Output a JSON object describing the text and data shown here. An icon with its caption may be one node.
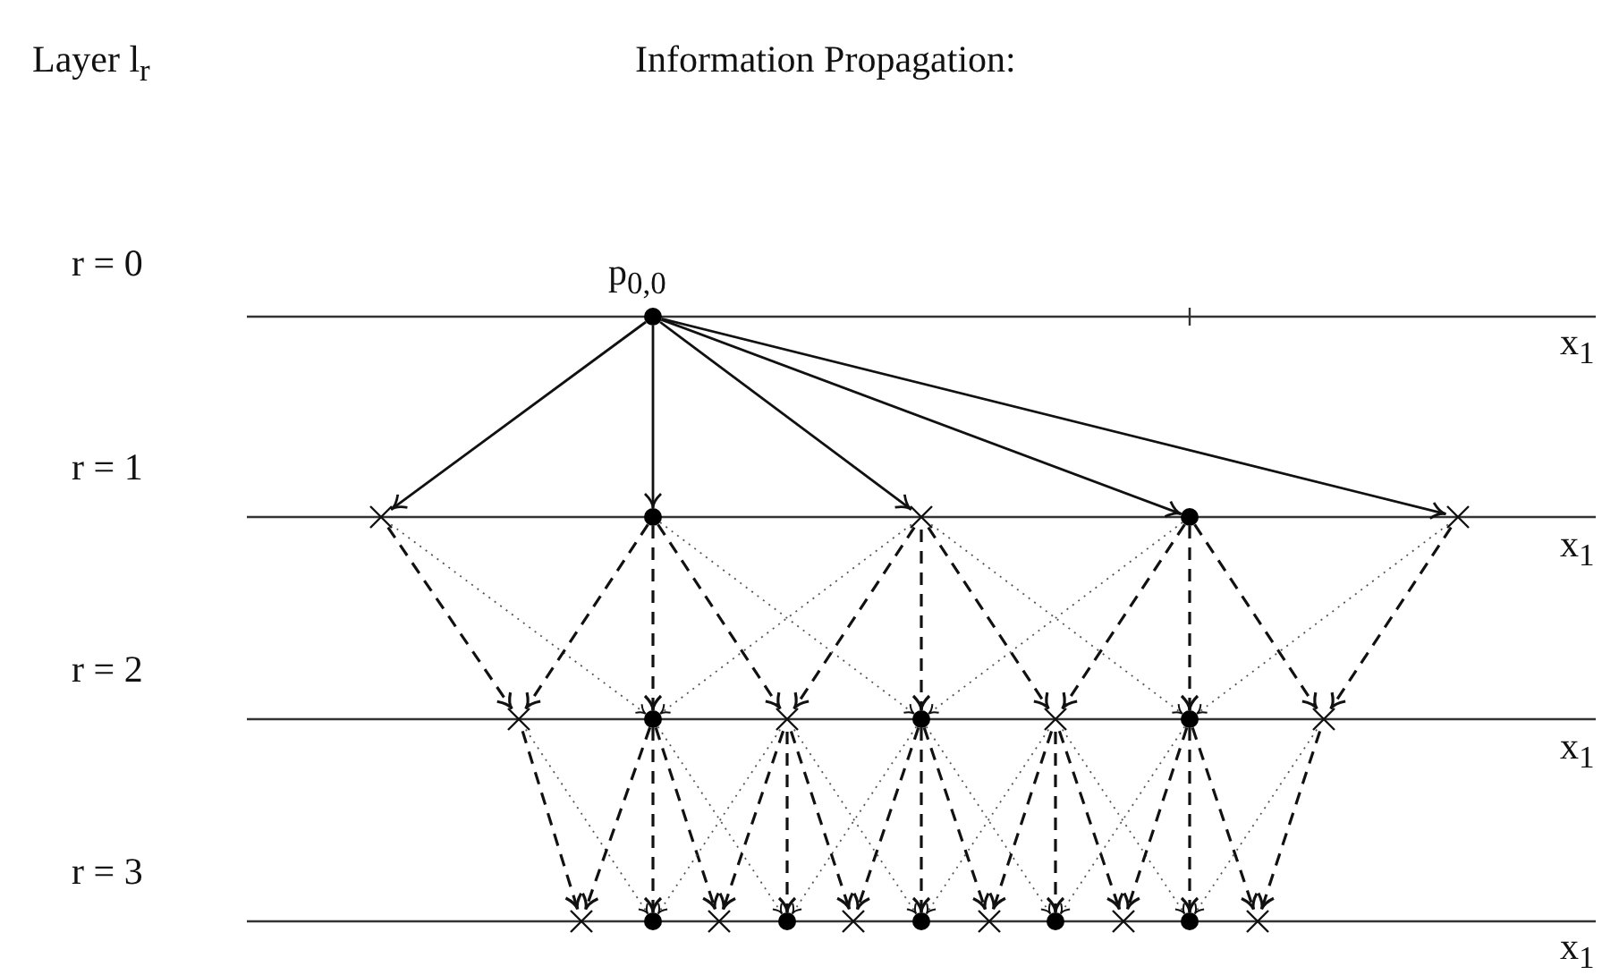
{
  "diagram": {
    "title": "Information Propagation:",
    "nodes": [
      {
        "text": [],
        "shape": "circle",
        "beside": [
          "p$_{0,0}$"
        ]
      },
      {
        "text": [],
        "shape": "cross"
      },
      {
        "text": [],
        "shape": "circle"
      },
      {
        "text": [],
        "shape": "cross"
      },
      {
        "text": [],
        "shape": "circle"
      },
      {
        "text": [],
        "shape": "cross"
      },
      {
        "text": [],
        "shape": "cross"
      },
      {
        "text": [],
        "shape": "circle"
      },
      {
        "text": [],
        "shape": "cross"
      },
      {
        "text": [],
        "shape": "circle"
      },
      {
        "text": [],
        "shape": "cross"
      },
      {
        "text": [],
        "shape": "circle"
      },
      {
        "text": [],
        "shape": "cross"
      },
      {
        "text": [],
        "shape": "cross"
      },
      {
        "text": [],
        "shape": "circle"
      },
      {
        "text": [],
        "shape": "cross"
      },
      {
        "text": [],
        "shape": "circle"
      },
      {
        "text": [],
        "shape": "cross"
      },
      {
        "text": [],
        "shape": "circle"
      },
      {
        "text": [],
        "shape": "cross"
      },
      {
        "text": [],
        "shape": "circle"
      },
      {
        "text": [],
        "shape": "cross"
      },
      {
        "text": [],
        "shape": "circle"
      },
      {
        "text": [],
        "shape": "cross"
      }
    ],
    "edges": [
      {
        "from": 0,
        "to": 1,
        "arrow": "to"
      },
      {
        "from": 0,
        "to": 2,
        "arrow": "to"
      },
      {
        "from": 0,
        "to": 3,
        "arrow": "to"
      },
      {
        "from": 0,
        "to": 4,
        "arrow": "to"
      },
      {
        "from": 0,
        "to": 5,
        "arrow": "to"
      },
      {
        "from": 1,
        "to": 6,
        "arrow": "to",
        "style": "dashed"
      },
      {
        "from": 1,
        "to": 7,
        "arrow": "to",
        "style": "dashed",
        "color": "#555555"
      },
      {
        "from": 2,
        "to": 6,
        "arrow": "to",
        "style": "dashed"
      },
      {
        "from": 2,
        "to": 7,
        "arrow": "to",
        "style": "dashed"
      },
      {
        "from": 2,
        "to": 8,
        "arrow": "to",
        "style": "dashed"
      },
      {
        "from": 2,
        "to": 9,
        "arrow": "to",
        "style": "dashed",
        "color": "#555555"
      },
      {
        "from": 3,
        "to": 7,
        "arrow": "to",
        "style": "dashed",
        "color": "#555555"
      },
      {
        "from": 3,
        "to": 8,
        "arrow": "to",
        "style": "dashed"
      },
      {
        "from": 3,
        "to": 9,
        "arrow": "to",
        "style": "dashed"
      },
      {
        "from": 3,
        "to": 10,
        "arrow": "to",
        "style": "dashed"
      },
      {
        "from": 3,
        "to": 11,
        "arrow": "to",
        "style": "dashed",
        "color": "#555555"
      },
      {
        "from": 4,
        "to": 9,
        "arrow": "to",
        "style": "dashed",
        "color": "#555555"
      },
      {
        "from": 4,
        "to": 10,
        "arrow": "to",
        "style": "dashed"
      },
      {
        "from": 4,
        "to": 11,
        "arrow": "to",
        "style": "dashed"
      },
      {
        "from": 4,
        "to": 12,
        "arrow": "to",
        "style": "dashed"
      },
      {
        "from": 5,
        "to": 11,
        "arrow": "to",
        "style": "dashed",
        "color": "#555555"
      },
      {
        "from": 5,
        "to": 12,
        "arrow": "to",
        "style": "dashed"
      },
      {
        "from": 6,
        "to": 13,
        "arrow": "to",
        "style": "dashed"
      },
      {
        "from": 6,
        "to": 14,
        "arrow": "to",
        "style": "dashed",
        "color": "#555555"
      },
      {
        "from": 7,
        "to": 13,
        "arrow": "to",
        "style": "dashed"
      },
      {
        "from": 7,
        "to": 14,
        "arrow": "to",
        "style": "dashed"
      },
      {
        "from": 7,
        "to": 15,
        "arrow": "to",
        "style": "dashed"
      },
      {
        "from": 7,
        "to": 16,
        "arrow": "to",
        "style": "dashed",
        "color": "#555555"
      },
      {
        "from": 8,
        "to": 14,
        "arrow": "to",
        "style": "dashed",
        "color": "#555555"
      },
      {
        "from": 8,
        "to": 15,
        "arrow": "to",
        "style": "dashed"
      },
      {
        "from": 8,
        "to": 16,
        "arrow": "to",
        "style": "dashed"
      },
      {
        "from": 8,
        "to": 17,
        "arrow": "to",
        "style": "dashed"
      },
      {
        "from": 8,
        "to": 18,
        "arrow": "to",
        "style": "dashed",
        "color": "#555555"
      },
      {
        "from": 9,
        "to": 16,
        "arrow": "to",
        "style": "dashed",
        "color": "#555555"
      },
      {
        "from": 9,
        "to": 17,
        "arrow": "to",
        "style": "dashed"
      },
      {
        "from": 9,
        "to": 18,
        "arrow": "to",
        "style": "dashed"
      },
      {
        "from": 9,
        "to": 19,
        "arrow": "to",
        "style": "dashed"
      },
      {
        "from": 9,
        "to": 20,
        "arrow": "to",
        "style": "dashed",
        "color": "#555555"
      },
      {
        "from": 10,
        "to": 18,
        "arrow": "to",
        "style": "dashed",
        "color": "#555555"
      },
      {
        "from": 10,
        "to": 19,
        "arrow": "to",
        "style": "dashed"
      },
      {
        "from": 10,
        "to": 20,
        "arrow": "to",
        "style": "dashed"
      },
      {
        "from": 10,
        "to": 21,
        "arrow": "to",
        "style": "dashed"
      },
      {
        "from": 10,
        "to": 22,
        "arrow": "to",
        "style": "dashed",
        "color": "#555555"
      },
      {
        "from": 11,
        "to": 20,
        "arrow": "to",
        "style": "dashed",
        "color": "#555555"
      },
      {
        "from": 11,
        "to": 21,
        "arrow": "to",
        "style": "dashed"
      },
      {
        "from": 11,
        "to": 22,
        "arrow": "to",
        "style": "dashed"
      },
      {
        "from": 11,
        "to": 23,
        "arrow": "to",
        "style": "dashed"
      },
      {
        "from": 12,
        "to": 22,
        "arrow": "to",
        "style": "dashed",
        "color": "#555555"
      },
      {
        "from": 12,
        "to": 23,
        "arrow": "to",
        "style": "dashed"
      }
    ],
    "labels": [
      "Layer l$_{r}$",
      "r = 0",
      "x$_{1}$",
      "r = 1",
      "x$_{1}$",
      "r = 2",
      "x$_{1}$",
      "r = 3",
      "x$_{1}$"
    ]
  }
}
